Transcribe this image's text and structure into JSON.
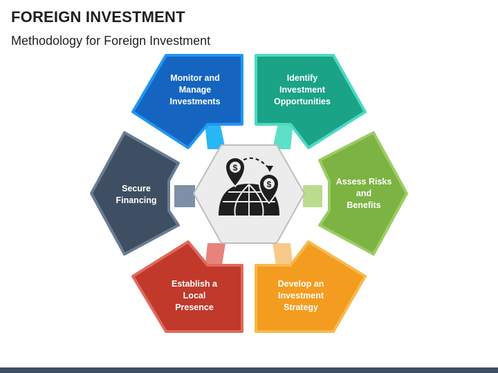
{
  "title": "FOREIGN INVESTMENT",
  "subtitle": "Methodology for Foreign Investment",
  "center_icon": "globe-with-dollar-location-pins-icon",
  "steps": [
    {
      "label": "Monitor and\nManage\nInvestments",
      "color": "#1565c0",
      "border": "#2196f3",
      "connector": "#29b6f6"
    },
    {
      "label": "Identify\nInvestment\nOpportunities",
      "color": "#1aa386",
      "border": "#4dd9c4",
      "connector": "#5de0c8"
    },
    {
      "label": "Assess Risks\nand\nBenefits",
      "color": "#7cb342",
      "border": "#9ccc65",
      "connector": "#b9dc8f"
    },
    {
      "label": "Develop an\nInvestment\nStrategy",
      "color": "#f39c1f",
      "border": "#f7b94c",
      "connector": "#f8c98a"
    },
    {
      "label": "Establish a\nLocal\nPresence",
      "color": "#c0392b",
      "border": "#e06a5c",
      "connector": "#e7837a"
    },
    {
      "label": "Secure\nFinancing",
      "color": "#3f4f63",
      "border": "#6a7c93",
      "connector": "#7d90a8"
    }
  ]
}
